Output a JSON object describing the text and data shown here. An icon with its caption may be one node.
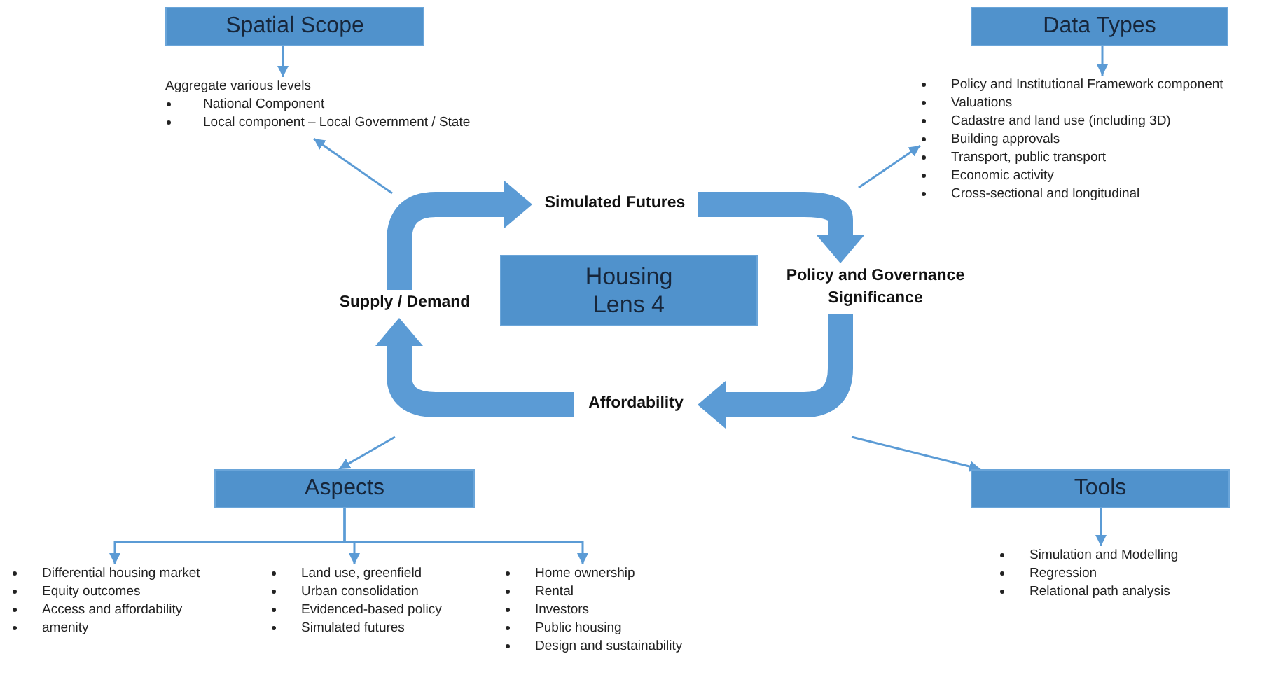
{
  "diagram": {
    "nodes": [
      {
        "text": [
          "Spatial Scope"
        ]
      },
      {
        "text": [
          "Aggregate various levels",
          "National Component",
          "Local component – Local Government / State"
        ]
      },
      {
        "text": [
          "Data Types"
        ]
      },
      {
        "text": [
          "Policy and Institutional Framework component",
          "Valuations",
          "Cadastre and land use (including 3D)",
          "Building approvals",
          "Transport, public transport",
          "Economic activity",
          "Cross-sectional and longitudinal"
        ]
      },
      {
        "text": [
          "Housing Lens 4"
        ]
      },
      {
        "text": [
          "Simulated Futures"
        ]
      },
      {
        "text": [
          "Policy and Governance Significance"
        ]
      },
      {
        "text": [
          "Affordability"
        ]
      },
      {
        "text": [
          "Supply / Demand"
        ]
      },
      {
        "text": [
          "Aspects"
        ]
      },
      {
        "text": [
          "Differential housing market",
          "Equity outcomes",
          "Access and affordability",
          "amenity"
        ]
      },
      {
        "text": [
          "Land use, greenfield",
          "Urban consolidation",
          "Evidenced-based policy",
          "Simulated futures"
        ]
      },
      {
        "text": [
          "Home ownership",
          "Rental",
          "Investors",
          "Public housing",
          "Design and sustainability"
        ]
      },
      {
        "text": [
          "Tools"
        ]
      },
      {
        "text": [
          "Simulation and Modelling",
          "Regression",
          "Relational path analysis"
        ]
      }
    ],
    "edges": [
      {
        "from": 0,
        "to": 1,
        "arrow": "to"
      },
      {
        "from": 2,
        "to": 3,
        "arrow": "to"
      },
      {
        "from": 8,
        "to": 5,
        "arrow": "to",
        "style": "thick"
      },
      {
        "from": 5,
        "to": 6,
        "arrow": "to",
        "style": "thick"
      },
      {
        "from": 6,
        "to": 7,
        "arrow": "to",
        "style": "thick"
      },
      {
        "from": 7,
        "to": 8,
        "arrow": "to",
        "style": "thick"
      },
      {
        "from": null,
        "to": 1,
        "arrow": "to"
      },
      {
        "from": null,
        "to": 3,
        "arrow": "to"
      },
      {
        "from": null,
        "to": 9,
        "arrow": "to"
      },
      {
        "from": null,
        "to": 13,
        "arrow": "to"
      },
      {
        "from": 9,
        "to": 10,
        "arrow": "to"
      },
      {
        "from": 9,
        "to": 11,
        "arrow": "to"
      },
      {
        "from": 9,
        "to": 12,
        "arrow": "to"
      },
      {
        "from": 13,
        "to": 14,
        "arrow": "to"
      }
    ]
  }
}
